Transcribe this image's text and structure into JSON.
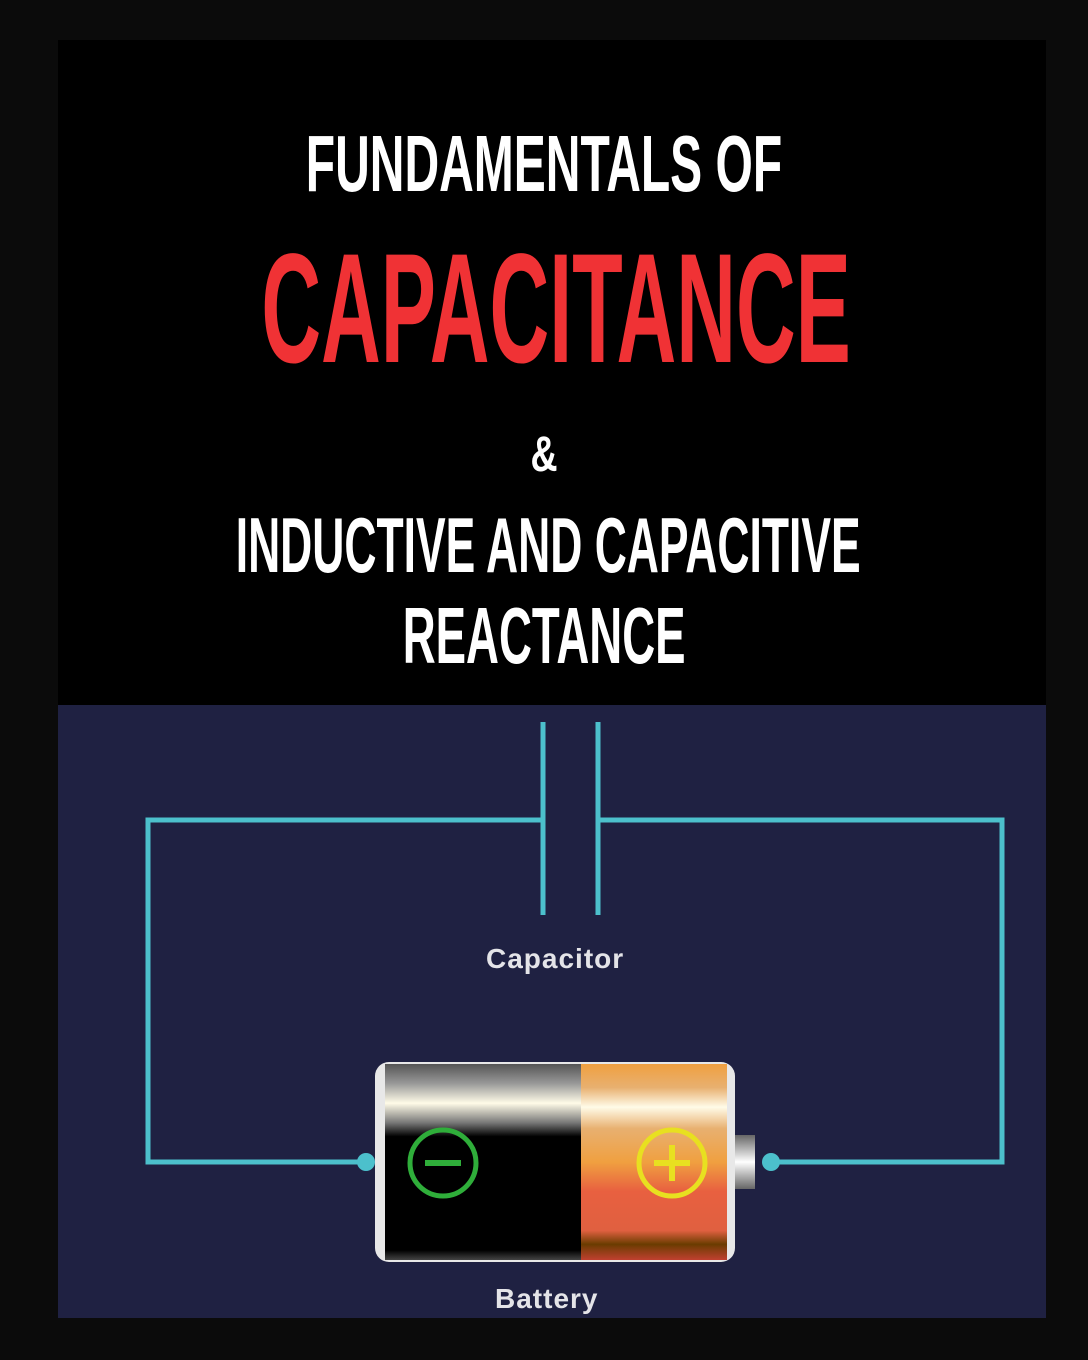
{
  "title": {
    "line1": "FUNDAMENTALS OF",
    "line2": "CAPACITANCE",
    "line3": "&",
    "line4": "INDUCTIVE AND CAPACITIVE",
    "line5": "REACTANCE"
  },
  "diagram": {
    "capacitor_label": "Capacitor",
    "battery_label": "Battery",
    "negative_symbol": "minus-icon",
    "positive_symbol": "plus-icon"
  },
  "colors": {
    "accent": "#f03235",
    "wire": "#4cc0cc",
    "panel": "#1f2142"
  }
}
